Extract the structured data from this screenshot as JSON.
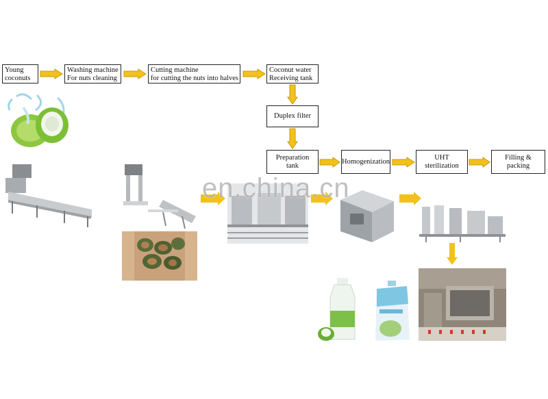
{
  "nodes": {
    "young_coconuts": {
      "line1": "Young",
      "line2": "coconuts"
    },
    "washing": {
      "line1": "Washing machine",
      "line2": "For nuts cleaning"
    },
    "cutting": {
      "line1": "Cutting machine",
      "line2": "for cutting the nuts into halves"
    },
    "receiving": {
      "line1": "Coconut water",
      "line2": "Receiving tank"
    },
    "duplex": {
      "label": "Duplex filter"
    },
    "preparation": {
      "label": "Preparation tank"
    },
    "homogenization": {
      "label": "Homogenization"
    },
    "uht": {
      "label": "UHT sterilization"
    },
    "filling": {
      "label": "Filling & packing"
    }
  },
  "watermark": "en.china.cn",
  "colors": {
    "arrow_fill": "#f2c21a",
    "arrow_stroke": "#c99a00",
    "box_border": "#222222"
  },
  "images": [
    "coconut-photo",
    "washing-machine-photo",
    "cutting-machine-photo",
    "cut-coconuts-crate-photo",
    "tanks-photo",
    "homogenizer-photo",
    "uht-sterilizer-photo",
    "bottled-coconut-water-photo",
    "coconut-water-carton-photo",
    "filling-line-photo"
  ]
}
